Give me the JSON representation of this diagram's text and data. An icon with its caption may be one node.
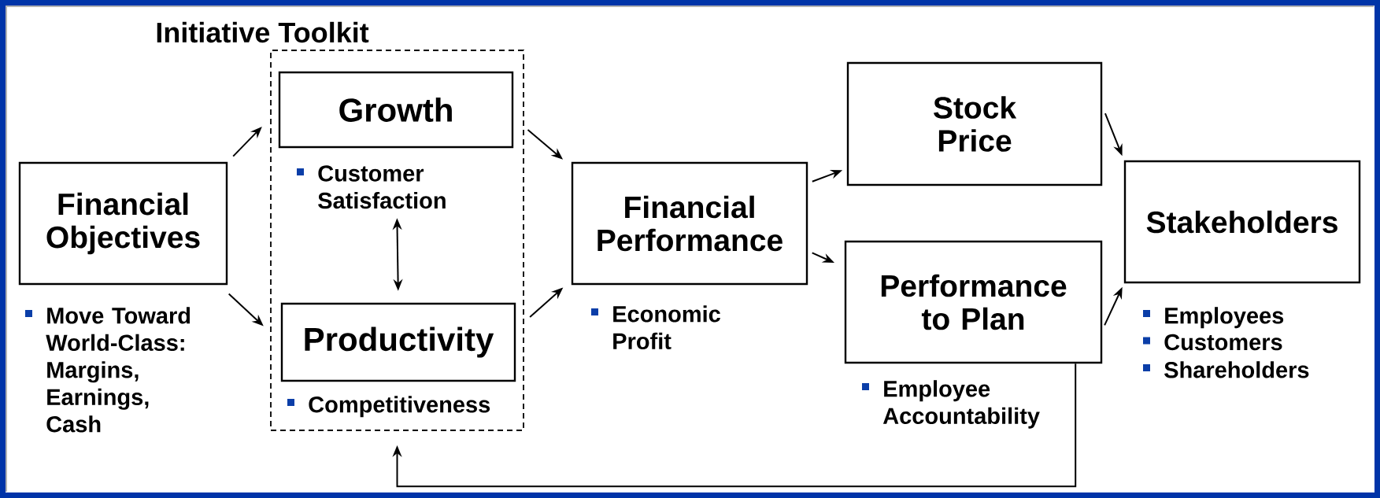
{
  "diagram": {
    "nodes": [
      {
        "text": [
          "Financial Objectives"
        ],
        "beside": [
          "Move Toward World-Class: Margins, Earnings, Cash"
        ]
      },
      {
        "text": [
          "Initiative Toolkit"
        ]
      },
      {
        "text": [
          "Growth"
        ],
        "in": 1,
        "beside": [
          "Customer Satisfaction"
        ]
      },
      {
        "text": [
          "Productivity"
        ],
        "in": 1,
        "beside": [
          "Competitiveness"
        ]
      },
      {
        "text": [
          "Financial Performance"
        ],
        "beside": [
          "Economic Profit"
        ]
      },
      {
        "text": [
          "Stock Price"
        ]
      },
      {
        "text": [
          "Performance to Plan"
        ],
        "beside": [
          "Employee Accountability"
        ]
      },
      {
        "text": [
          "Stakeholders"
        ],
        "beside": [
          "Employees",
          "Customers",
          "Shareholders"
        ]
      }
    ],
    "edges": [
      {
        "from": 0,
        "to": 2,
        "arrow": "to"
      },
      {
        "from": 0,
        "to": 3,
        "arrow": "to"
      },
      {
        "from": 2,
        "to": 3,
        "arrow": "both"
      },
      {
        "from": 2,
        "to": 4,
        "arrow": "to"
      },
      {
        "from": 3,
        "to": 4,
        "arrow": "to"
      },
      {
        "from": 4,
        "to": 5,
        "arrow": "to"
      },
      {
        "from": 4,
        "to": 6,
        "arrow": "to"
      },
      {
        "from": 5,
        "to": 7,
        "arrow": "to"
      },
      {
        "from": 6,
        "to": 7,
        "arrow": "to"
      },
      {
        "from": 6,
        "to": 1,
        "arrow": "to"
      }
    ]
  }
}
